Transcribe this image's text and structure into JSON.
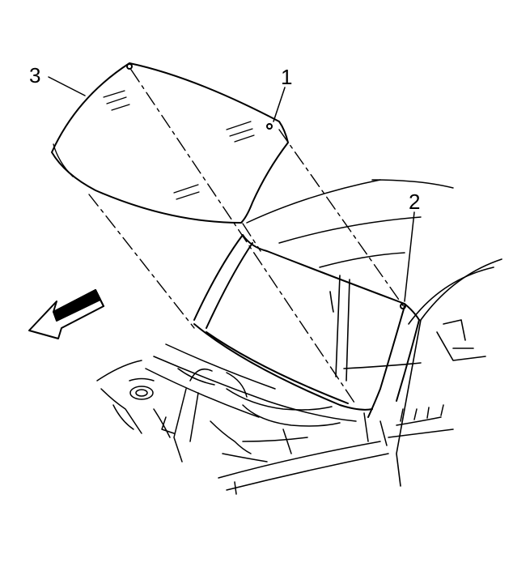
{
  "callouts": {
    "c1": "1",
    "c2": "2",
    "c3": "3"
  },
  "colors": {
    "ink": "#000000",
    "paper": "#ffffff"
  },
  "icons": {
    "direction": "front-direction-arrow-icon"
  }
}
